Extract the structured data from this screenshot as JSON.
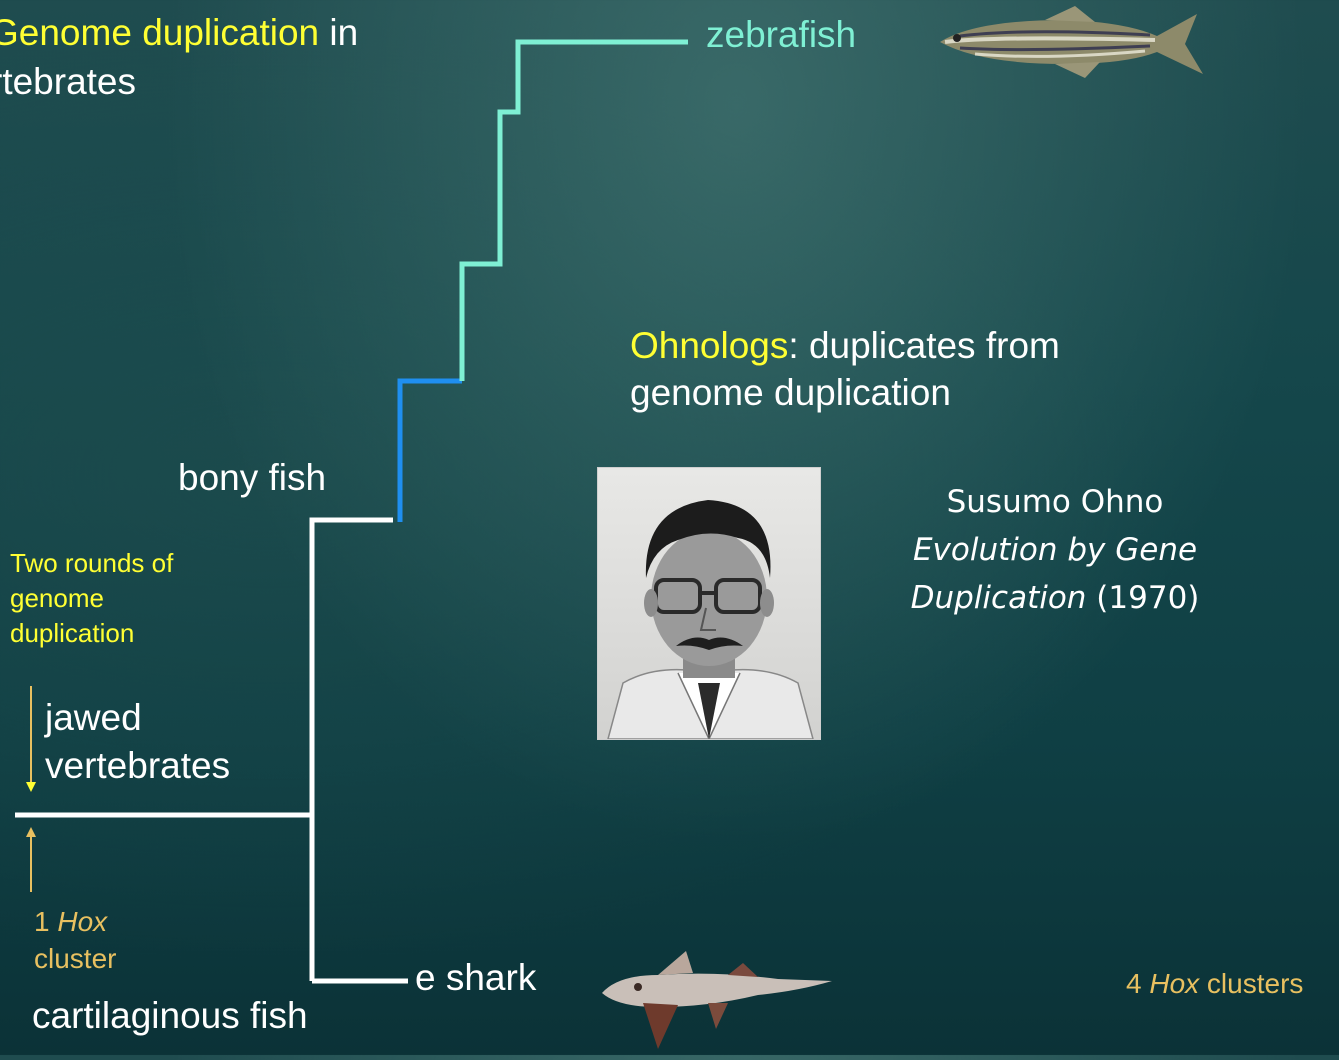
{
  "slide": {
    "title_highlight": "Genome duplication",
    "title_rest_line1": " in",
    "title_line2": "rtebrates"
  },
  "tree": {
    "top_label": "zebrafish",
    "bony_fish": "bony fish",
    "jawed_line1": "jawed",
    "jawed_line2": "vertebrates",
    "shark_label": "e shark",
    "cartilaginous": "cartilaginous fish",
    "two_rounds": [
      "Two rounds of",
      "genome",
      "duplication"
    ],
    "hox_one_prefix": "1 ",
    "hox_one_italic": "Hox",
    "hox_one_suffix": "cluster",
    "hox_four_prefix": "4 ",
    "hox_four_italic": "Hox",
    "hox_four_suffix": " clusters",
    "colors": {
      "white_branch": "#ffffff",
      "blue_branch": "#1f8ff0",
      "mint_branch": "#7ff0d4",
      "arrow": "#e8c060"
    }
  },
  "ohnologs": {
    "term": "Ohnologs",
    "definition_line1": ": duplicates from",
    "definition_line2": "genome duplication"
  },
  "citation": {
    "author": "Susumo Ohno",
    "book_line1": "Evolution by Gene",
    "book_line2": "Duplication",
    "year": " (1970)"
  },
  "images": {
    "portrait": "portrait-photo",
    "zebrafish": "zebrafish-image",
    "shark": "shark-image"
  }
}
